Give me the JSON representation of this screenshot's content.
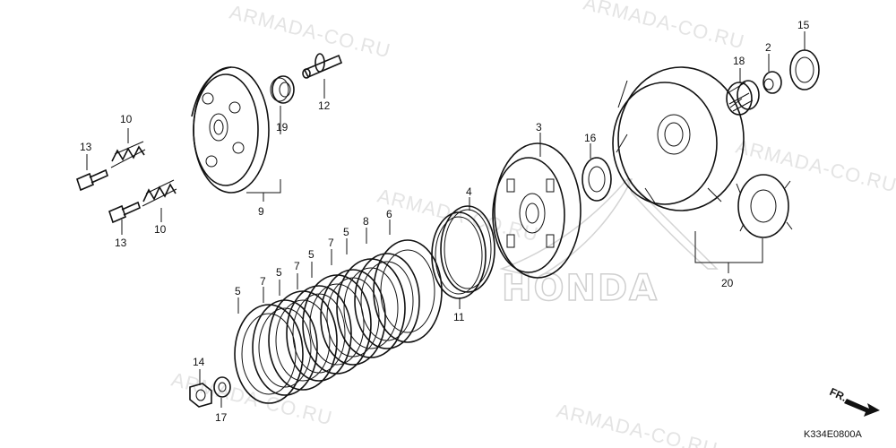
{
  "watermarks": [
    "ARMADA-CO.RU",
    "ARMADA-CO.RU",
    "ARMADA-CO.RU",
    "ARMADA-CO.RU",
    "ARMADA-CO.RU",
    "ARMADA-CO.RU"
  ],
  "brand_mark": "HONDA",
  "diagram_code": "K334E0800A",
  "front_arrow_label": "FR.",
  "callouts": {
    "c2": "2",
    "c3": "3",
    "c4": "4",
    "c5a": "5",
    "c5b": "5",
    "c5c": "5",
    "c6": "6",
    "c7a": "7",
    "c7b": "7",
    "c7c": "7",
    "c8": "8",
    "c9": "9",
    "c10a": "10",
    "c10b": "10",
    "c11": "11",
    "c12": "12",
    "c13a": "13",
    "c13b": "13",
    "c14": "14",
    "c15": "15",
    "c16": "16",
    "c17": "17",
    "c18": "18",
    "c19": "19",
    "c20": "20"
  }
}
